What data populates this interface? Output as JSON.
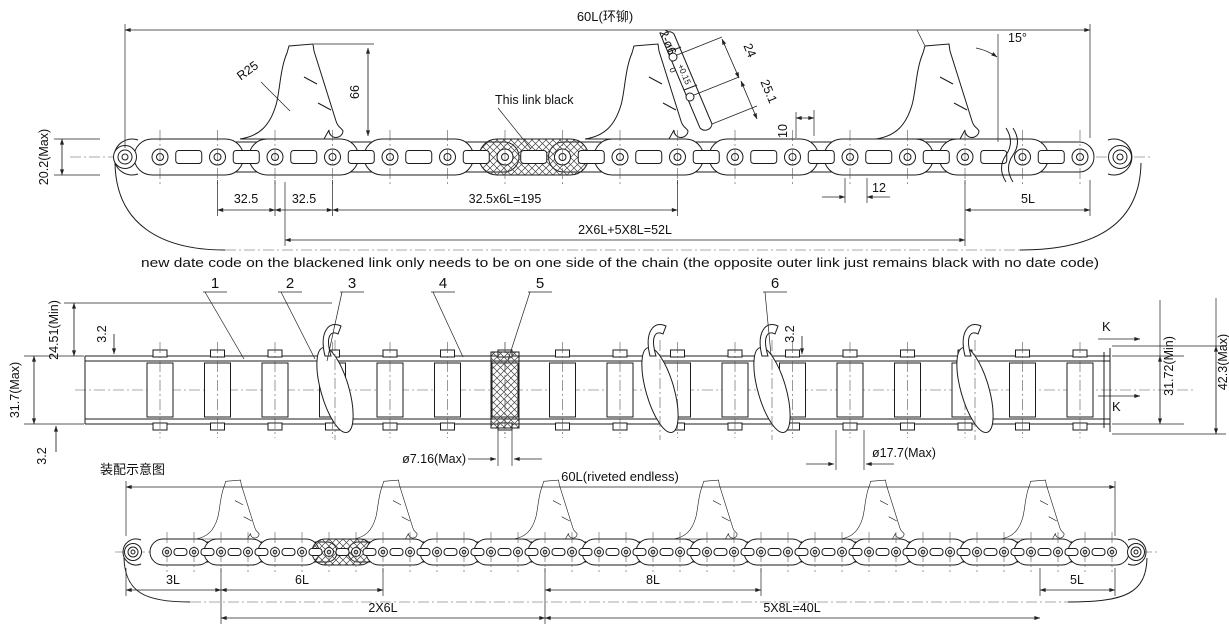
{
  "colors": {
    "line": "#1c1c1c",
    "background": "#ffffff"
  },
  "note": "new date code on the blackened link only needs to be on one side of the chain (the opposite outer link just remains black with no date code)",
  "top_view": {
    "overall_dim": "60L(环铆)",
    "radius_label": "R25",
    "attachment_height": "66",
    "black_link_label": "This link black",
    "hole_callout": "2-ø6",
    "hole_tol_upper": "+0.15",
    "hole_tol_lower": "0",
    "dim_24": "24",
    "dim_25_1": "25.1",
    "dim_10": "10",
    "dim_12": "12",
    "angle_dim": "15°",
    "plate_height": "20.2(Max)",
    "pitch_1": "32.5",
    "pitch_2": "32.5",
    "pitch_run": "32.5x6L=195",
    "dim_5l": "5L",
    "length_formula": "2X6L+5X8L=52L"
  },
  "plan_view": {
    "callouts": [
      "1",
      "2",
      "3",
      "4",
      "5",
      "6"
    ],
    "dim_24_51": "24.51(Min)",
    "dim_3_2_top": "3.2",
    "dim_3_2_mid": "3.2",
    "dim_3_2_bottom": "3.2",
    "dim_31_7": "31.7(Max)",
    "pin_diameter": "ø7.16(Max)",
    "bushing_diameter": "ø17.7(Max)",
    "section_label": "K",
    "dim_31_72": "31.72(Min)",
    "dim_42_3": "42.3(Max)"
  },
  "assembly_view": {
    "caption": "装配示意图",
    "overall_dim": "60L(riveted endless)",
    "dim_3l": "3L",
    "dim_6l": "6L",
    "dim_8l": "8L",
    "dim_5l": "5L",
    "dim_2x6l": "2X6L",
    "dim_5x8l": "5X8L=40L"
  }
}
